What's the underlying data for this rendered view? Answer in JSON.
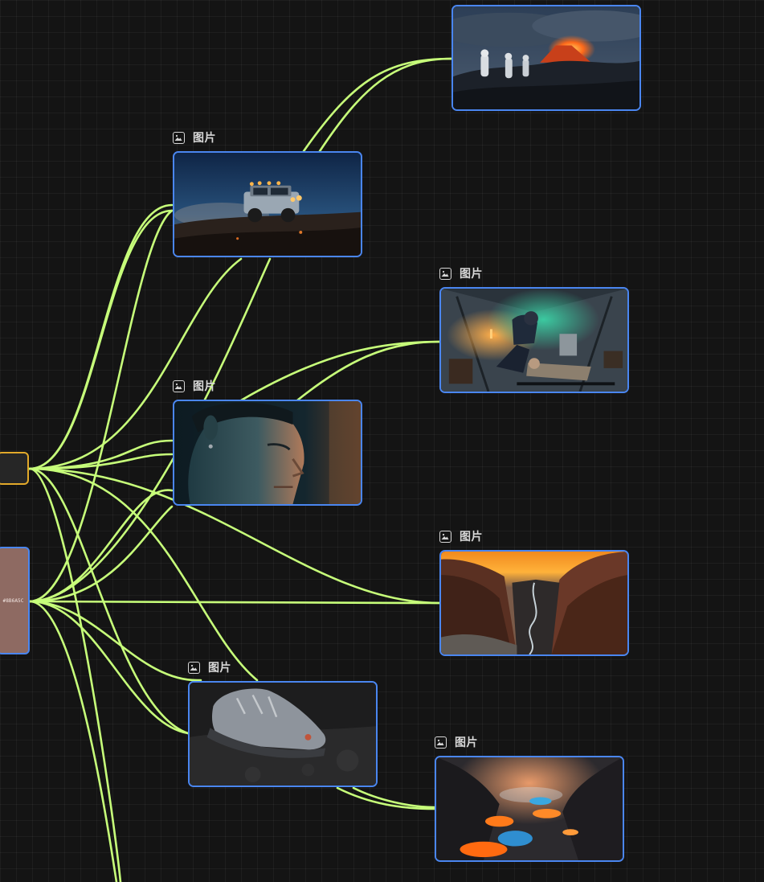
{
  "canvas": {
    "background": "#141414",
    "edge_color": "#c7ff7a",
    "node_border_color": "#4a86f0",
    "text_node_border_color": "#e2a92a"
  },
  "source_nodes": {
    "color_swatch": {
      "code": "#8B6A5C",
      "color": "#8e6a62"
    }
  },
  "image_nodes": [
    {
      "id": "volcano-eruption",
      "label": "",
      "icon": "image-icon",
      "subject": "astronauts near erupting volcano"
    },
    {
      "id": "offroad-truck",
      "label": "图片",
      "icon": "image-icon",
      "subject": "off-road truck on lava field at dusk"
    },
    {
      "id": "tent-rescue",
      "label": "图片",
      "icon": "image-icon",
      "subject": "medic kneeling by patient in tent"
    },
    {
      "id": "man-portrait",
      "label": "图片",
      "icon": "image-icon",
      "subject": "portrait of man with earring"
    },
    {
      "id": "canyon-sunset",
      "label": "图片",
      "icon": "image-icon",
      "subject": "canyon with river at sunset"
    },
    {
      "id": "boot-ash",
      "label": "图片",
      "icon": "image-icon",
      "subject": "boot stepping on volcanic ash"
    },
    {
      "id": "lava-pools",
      "label": "图片",
      "icon": "image-icon",
      "subject": "glowing lava pools in rocky crater"
    }
  ]
}
